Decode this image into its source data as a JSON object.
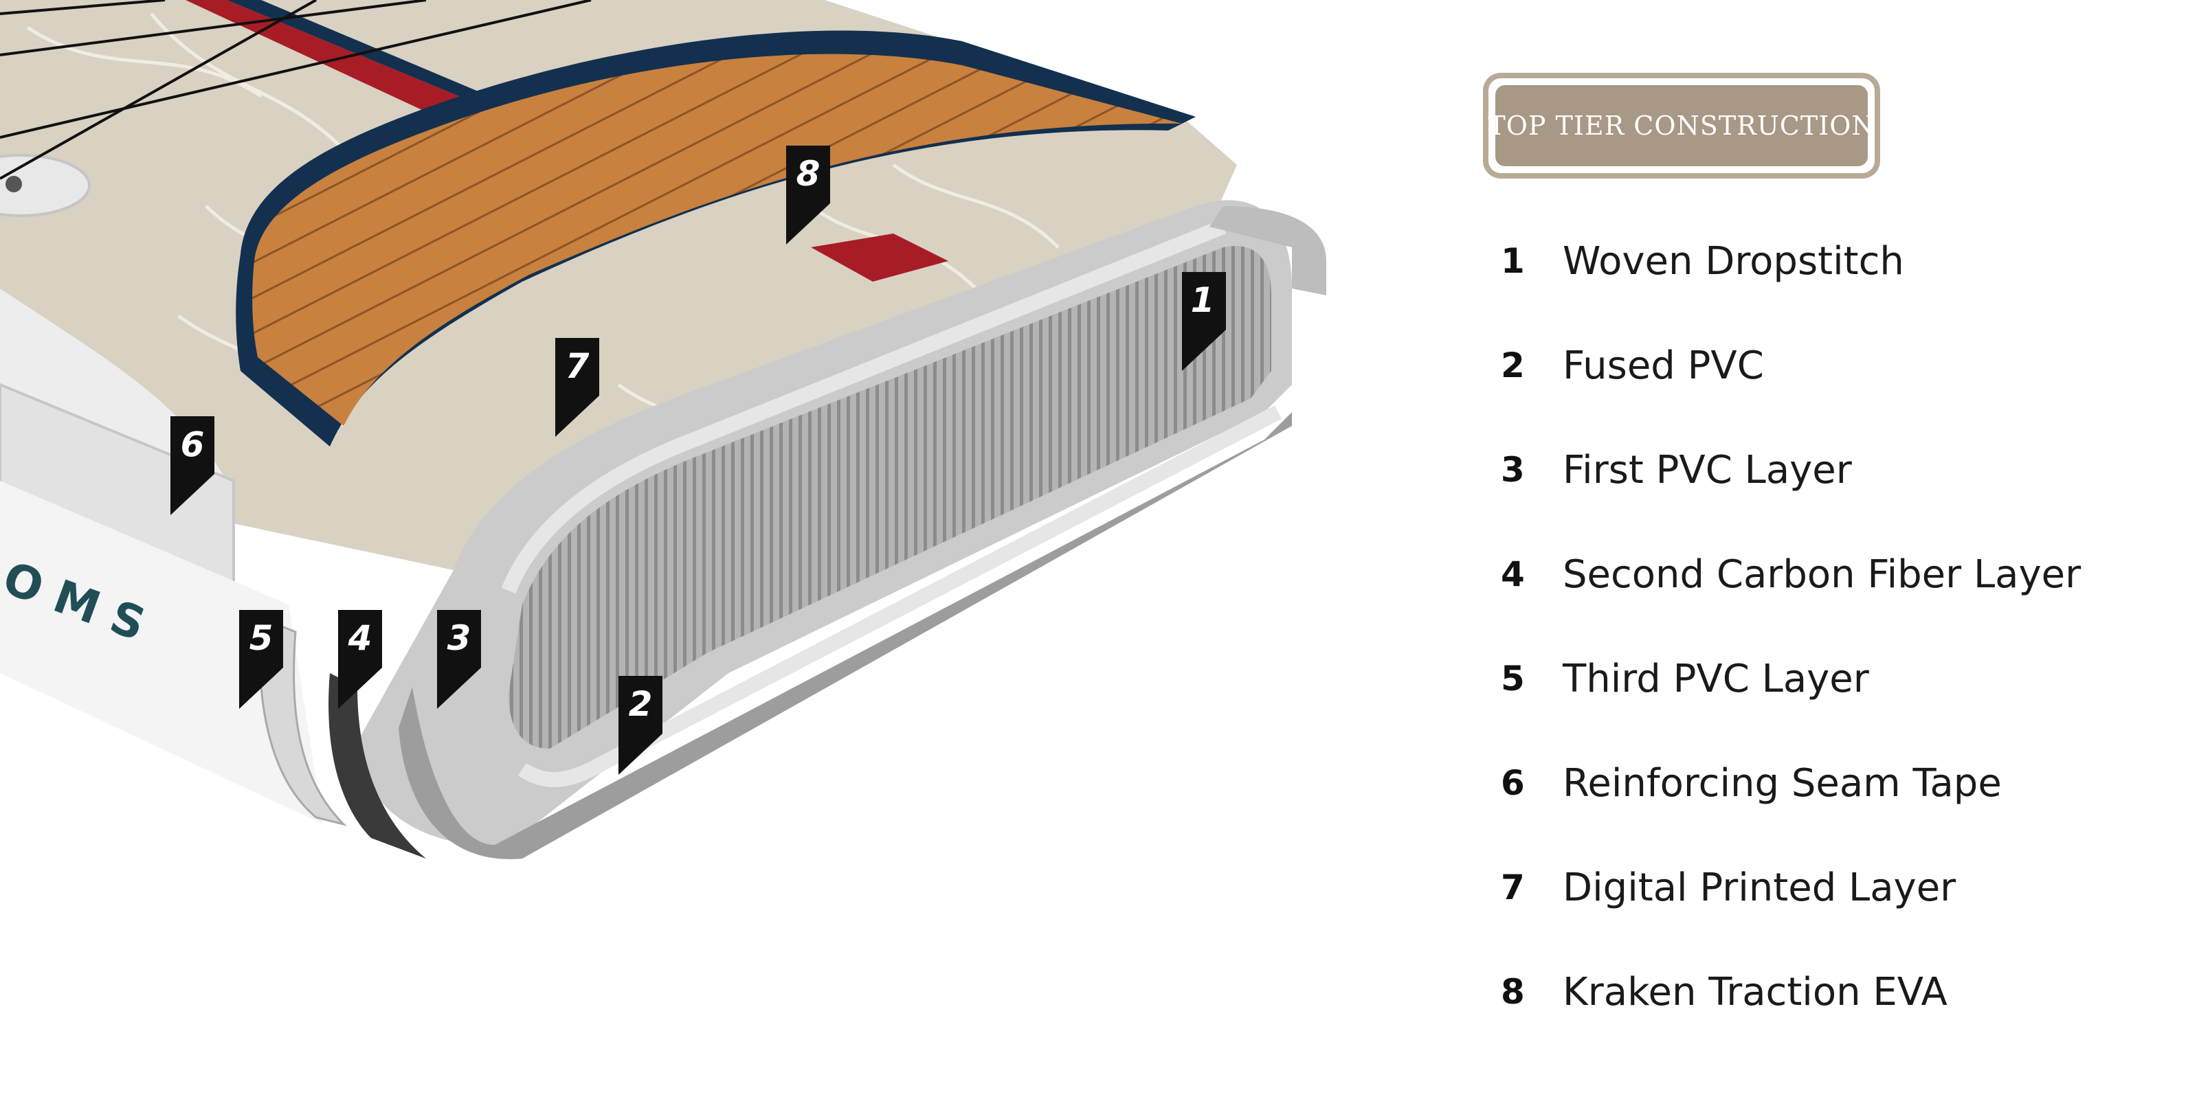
{
  "badge": {
    "text": "TOP TIER CONSTRUCTION"
  },
  "board_print": {
    "text": "OMS"
  },
  "callouts": [
    "1",
    "2",
    "3",
    "4",
    "5",
    "6",
    "7",
    "8"
  ],
  "legend": [
    {
      "num": "1",
      "label": "Woven Dropstitch"
    },
    {
      "num": "2",
      "label": "Fused PVC"
    },
    {
      "num": "3",
      "label": "First PVC Layer"
    },
    {
      "num": "4",
      "label": "Second Carbon Fiber Layer"
    },
    {
      "num": "5",
      "label": "Third PVC Layer"
    },
    {
      "num": "6",
      "label": "Reinforcing Seam Tape"
    },
    {
      "num": "7",
      "label": "Digital Printed Layer"
    },
    {
      "num": "8",
      "label": "Kraken Traction EVA"
    }
  ],
  "colors": {
    "badge_fill": "#a89886",
    "badge_border": "#b8aa98",
    "deck_pad": "#c8813f",
    "deck_trim": "#13304f",
    "stripe_red": "#a81c26",
    "print_beige": "#d9d1c2",
    "dropstitch": "#a8a8a8"
  }
}
